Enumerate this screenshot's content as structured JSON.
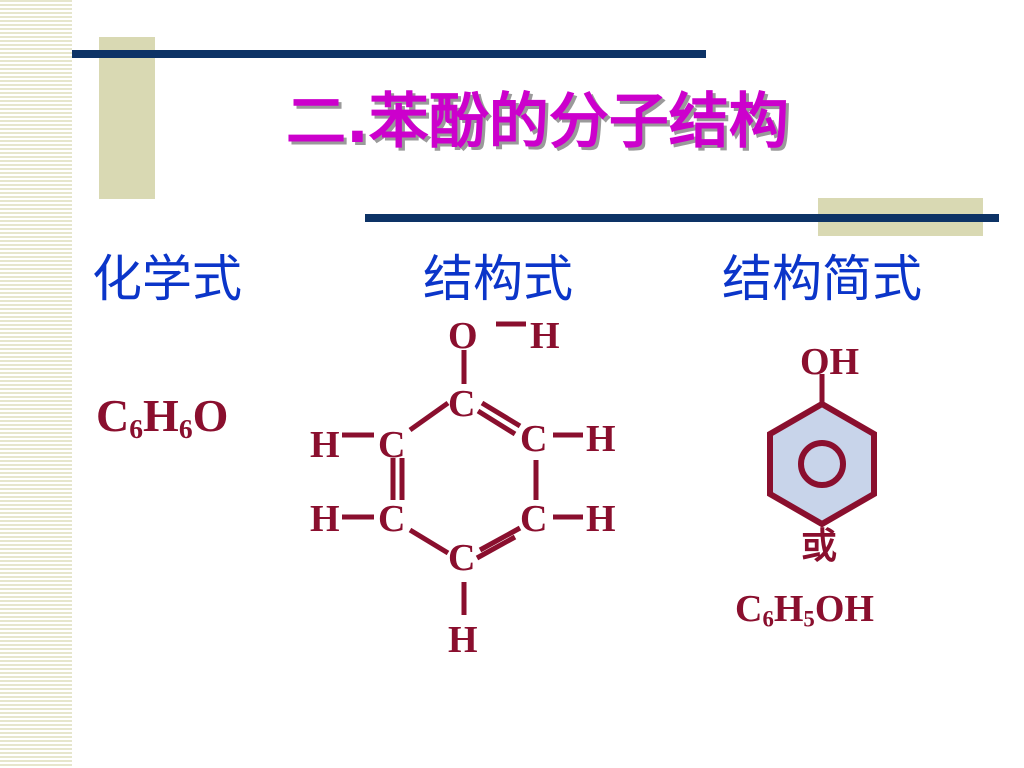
{
  "title": "二.苯酚的分子结构",
  "headings": {
    "molecular_formula": "化学式",
    "structural_formula": "结构式",
    "condensed_formula": "结构简式"
  },
  "molecular_formula": {
    "c": "C",
    "c_n": "6",
    "h": "H",
    "h_n": "6",
    "o": "O"
  },
  "structure": {
    "atoms": {
      "o": "O",
      "h_oh": "H",
      "c_top": "C",
      "c_ul": "C",
      "c_ur": "C",
      "c_ll": "C",
      "c_lr": "C",
      "c_bottom": "C",
      "h_ul": "H",
      "h_ur": "H",
      "h_ll": "H",
      "h_lr": "H",
      "h_bottom": "H"
    }
  },
  "condensed": {
    "oh_label": "OH",
    "or_label": "或",
    "formula": {
      "c": "C",
      "c_n": "6",
      "h": "H",
      "h_n": "5",
      "oh": "OH"
    }
  },
  "colors": {
    "title": "#cc00cc",
    "heading": "#0b35c9",
    "chemistry": "#8a0f2e",
    "rule": "#0d3366",
    "accent_block": "#d9d9b3",
    "ring_fill": "#c8d4ea"
  }
}
